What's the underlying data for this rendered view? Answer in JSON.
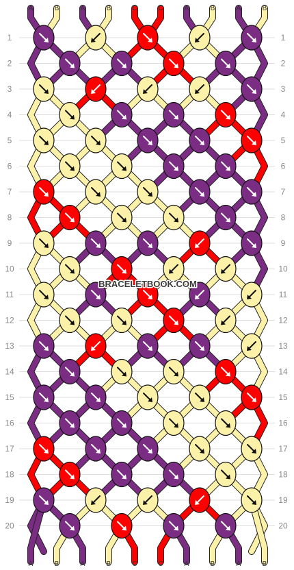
{
  "colors": {
    "A": "#7B2D84",
    "B": "#FBF1A9",
    "C": "#FF0000"
  },
  "watermark": "BRACELETBOOK.COM",
  "top_labels": [
    "A",
    "B",
    "A",
    "B",
    "C",
    "C",
    "A",
    "B",
    "A",
    "B"
  ],
  "bottom_labels": [
    "A",
    "B",
    "A",
    "B",
    "C",
    "C",
    "A",
    "B",
    "A",
    "B"
  ],
  "row_numbers": [
    1,
    2,
    3,
    4,
    5,
    6,
    7,
    8,
    9,
    10,
    11,
    12,
    13,
    14,
    15,
    16,
    17,
    18,
    19,
    20
  ],
  "knots": [
    [
      {
        "c": "A",
        "d": "R"
      },
      {
        "c": "B",
        "d": "L"
      },
      {
        "c": "C",
        "d": "R"
      },
      {
        "c": "B",
        "d": "L"
      },
      {
        "c": "A",
        "d": "R"
      }
    ],
    [
      {
        "c": "A",
        "d": "R"
      },
      {
        "c": "A",
        "d": "R"
      },
      {
        "c": "C",
        "d": "R"
      },
      {
        "c": "A",
        "d": "R"
      }
    ],
    [
      {
        "c": "B",
        "d": "R"
      },
      {
        "c": "C",
        "d": "L"
      },
      {
        "c": "B",
        "d": "L"
      },
      {
        "c": "B",
        "d": "L"
      },
      {
        "c": "A",
        "d": "R"
      }
    ],
    [
      {
        "c": "B",
        "d": "R"
      },
      {
        "c": "A",
        "d": "R"
      },
      {
        "c": "A",
        "d": "R"
      },
      {
        "c": "C",
        "d": "R"
      }
    ],
    [
      {
        "c": "B",
        "d": "R"
      },
      {
        "c": "B",
        "d": "R"
      },
      {
        "c": "A",
        "d": "R"
      },
      {
        "c": "A",
        "d": "R"
      },
      {
        "c": "C",
        "d": "R"
      }
    ],
    [
      {
        "c": "B",
        "d": "R"
      },
      {
        "c": "B",
        "d": "R"
      },
      {
        "c": "A",
        "d": "R"
      },
      {
        "c": "A",
        "d": "R"
      }
    ],
    [
      {
        "c": "C",
        "d": "R"
      },
      {
        "c": "B",
        "d": "R"
      },
      {
        "c": "B",
        "d": "R"
      },
      {
        "c": "A",
        "d": "R"
      },
      {
        "c": "A",
        "d": "R"
      }
    ],
    [
      {
        "c": "C",
        "d": "R"
      },
      {
        "c": "B",
        "d": "R"
      },
      {
        "c": "B",
        "d": "R"
      },
      {
        "c": "A",
        "d": "R"
      }
    ],
    [
      {
        "c": "B",
        "d": "R"
      },
      {
        "c": "A",
        "d": "R"
      },
      {
        "c": "A",
        "d": "R"
      },
      {
        "c": "C",
        "d": "L"
      },
      {
        "c": "A",
        "d": "R"
      }
    ],
    [
      {
        "c": "B",
        "d": "R"
      },
      {
        "c": "C",
        "d": "R"
      },
      {
        "c": "B",
        "d": "L"
      },
      {
        "c": "B",
        "d": "L"
      }
    ],
    [
      {
        "c": "B",
        "d": "R"
      },
      {
        "c": "A",
        "d": "R"
      },
      {
        "c": "C",
        "d": "R"
      },
      {
        "c": "A",
        "d": "L"
      },
      {
        "c": "B",
        "d": "L"
      }
    ],
    [
      {
        "c": "B",
        "d": "R"
      },
      {
        "c": "B",
        "d": "R"
      },
      {
        "c": "C",
        "d": "R"
      },
      {
        "c": "B",
        "d": "L"
      }
    ],
    [
      {
        "c": "A",
        "d": "R"
      },
      {
        "c": "C",
        "d": "L"
      },
      {
        "c": "A",
        "d": "R"
      },
      {
        "c": "A",
        "d": "R"
      },
      {
        "c": "B",
        "d": "L"
      }
    ],
    [
      {
        "c": "A",
        "d": "R"
      },
      {
        "c": "B",
        "d": "R"
      },
      {
        "c": "B",
        "d": "R"
      },
      {
        "c": "C",
        "d": "R"
      }
    ],
    [
      {
        "c": "A",
        "d": "R"
      },
      {
        "c": "A",
        "d": "R"
      },
      {
        "c": "B",
        "d": "R"
      },
      {
        "c": "B",
        "d": "R"
      },
      {
        "c": "C",
        "d": "R"
      }
    ],
    [
      {
        "c": "A",
        "d": "R"
      },
      {
        "c": "A",
        "d": "R"
      },
      {
        "c": "B",
        "d": "R"
      },
      {
        "c": "B",
        "d": "R"
      }
    ],
    [
      {
        "c": "C",
        "d": "R"
      },
      {
        "c": "A",
        "d": "R"
      },
      {
        "c": "A",
        "d": "R"
      },
      {
        "c": "B",
        "d": "R"
      },
      {
        "c": "B",
        "d": "R"
      }
    ],
    [
      {
        "c": "C",
        "d": "R"
      },
      {
        "c": "A",
        "d": "R"
      },
      {
        "c": "A",
        "d": "R"
      },
      {
        "c": "B",
        "d": "R"
      }
    ],
    [
      {
        "c": "A",
        "d": "R"
      },
      {
        "c": "B",
        "d": "L"
      },
      {
        "c": "B",
        "d": "L"
      },
      {
        "c": "C",
        "d": "L"
      },
      {
        "c": "B",
        "d": "R"
      }
    ],
    [
      {
        "c": "A",
        "d": "R"
      },
      {
        "c": "C",
        "d": "R"
      },
      {
        "c": "A",
        "d": "R"
      },
      {
        "c": "A",
        "d": "R"
      }
    ]
  ]
}
